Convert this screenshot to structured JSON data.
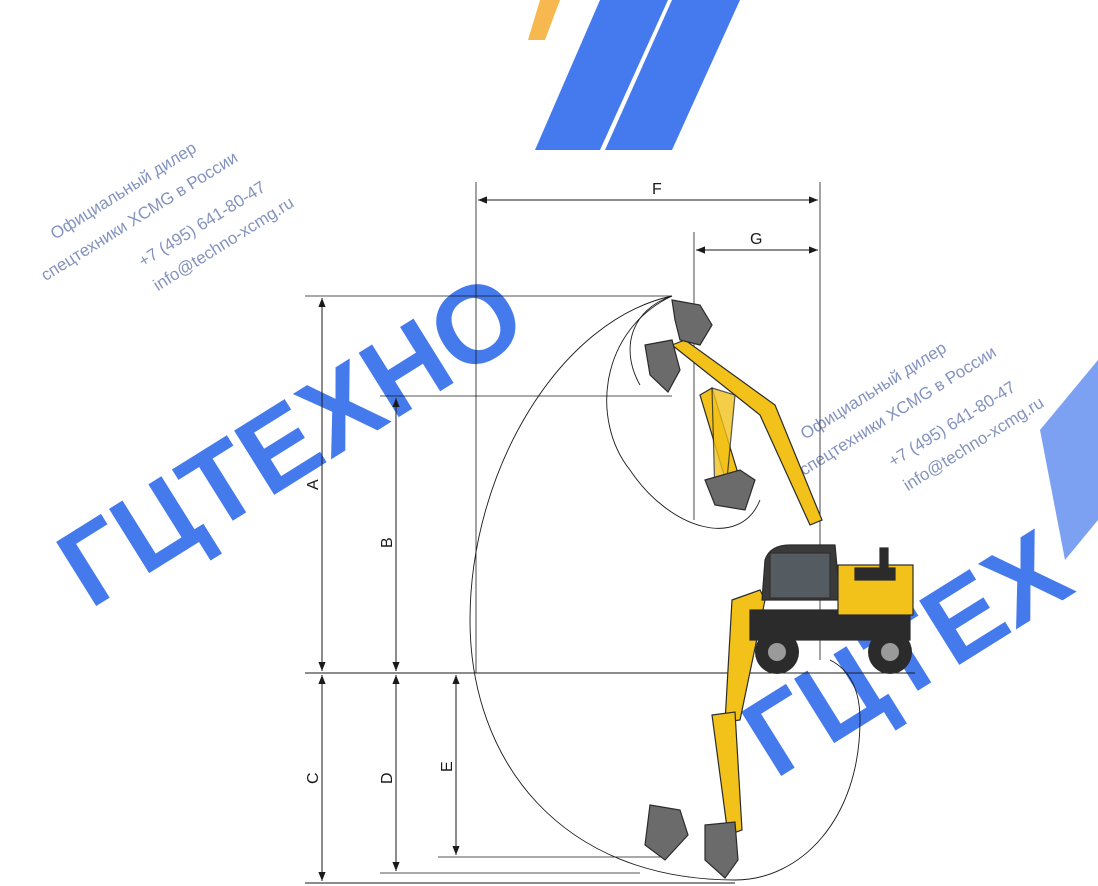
{
  "dimensions": {
    "a": "A",
    "b": "B",
    "c": "C",
    "d": "D",
    "e": "E",
    "f": "F",
    "g": "G"
  },
  "watermark": {
    "line1": "Официальный дилер",
    "line2": "спецтехники XCMG в России",
    "phone": "+7 (495) 641-80-47",
    "email": "info@techno-xcmg.ru",
    "logo_text": "ГЦТЕХНО",
    "logo_text_short": "ГЦТЕХ"
  },
  "colors": {
    "machine_yellow": "#f2c21b",
    "machine_dark": "#2b2b2b",
    "watermark_blue": "#2563eb",
    "watermark_orange": "#f5a623",
    "lines": "#1a1a1a"
  }
}
